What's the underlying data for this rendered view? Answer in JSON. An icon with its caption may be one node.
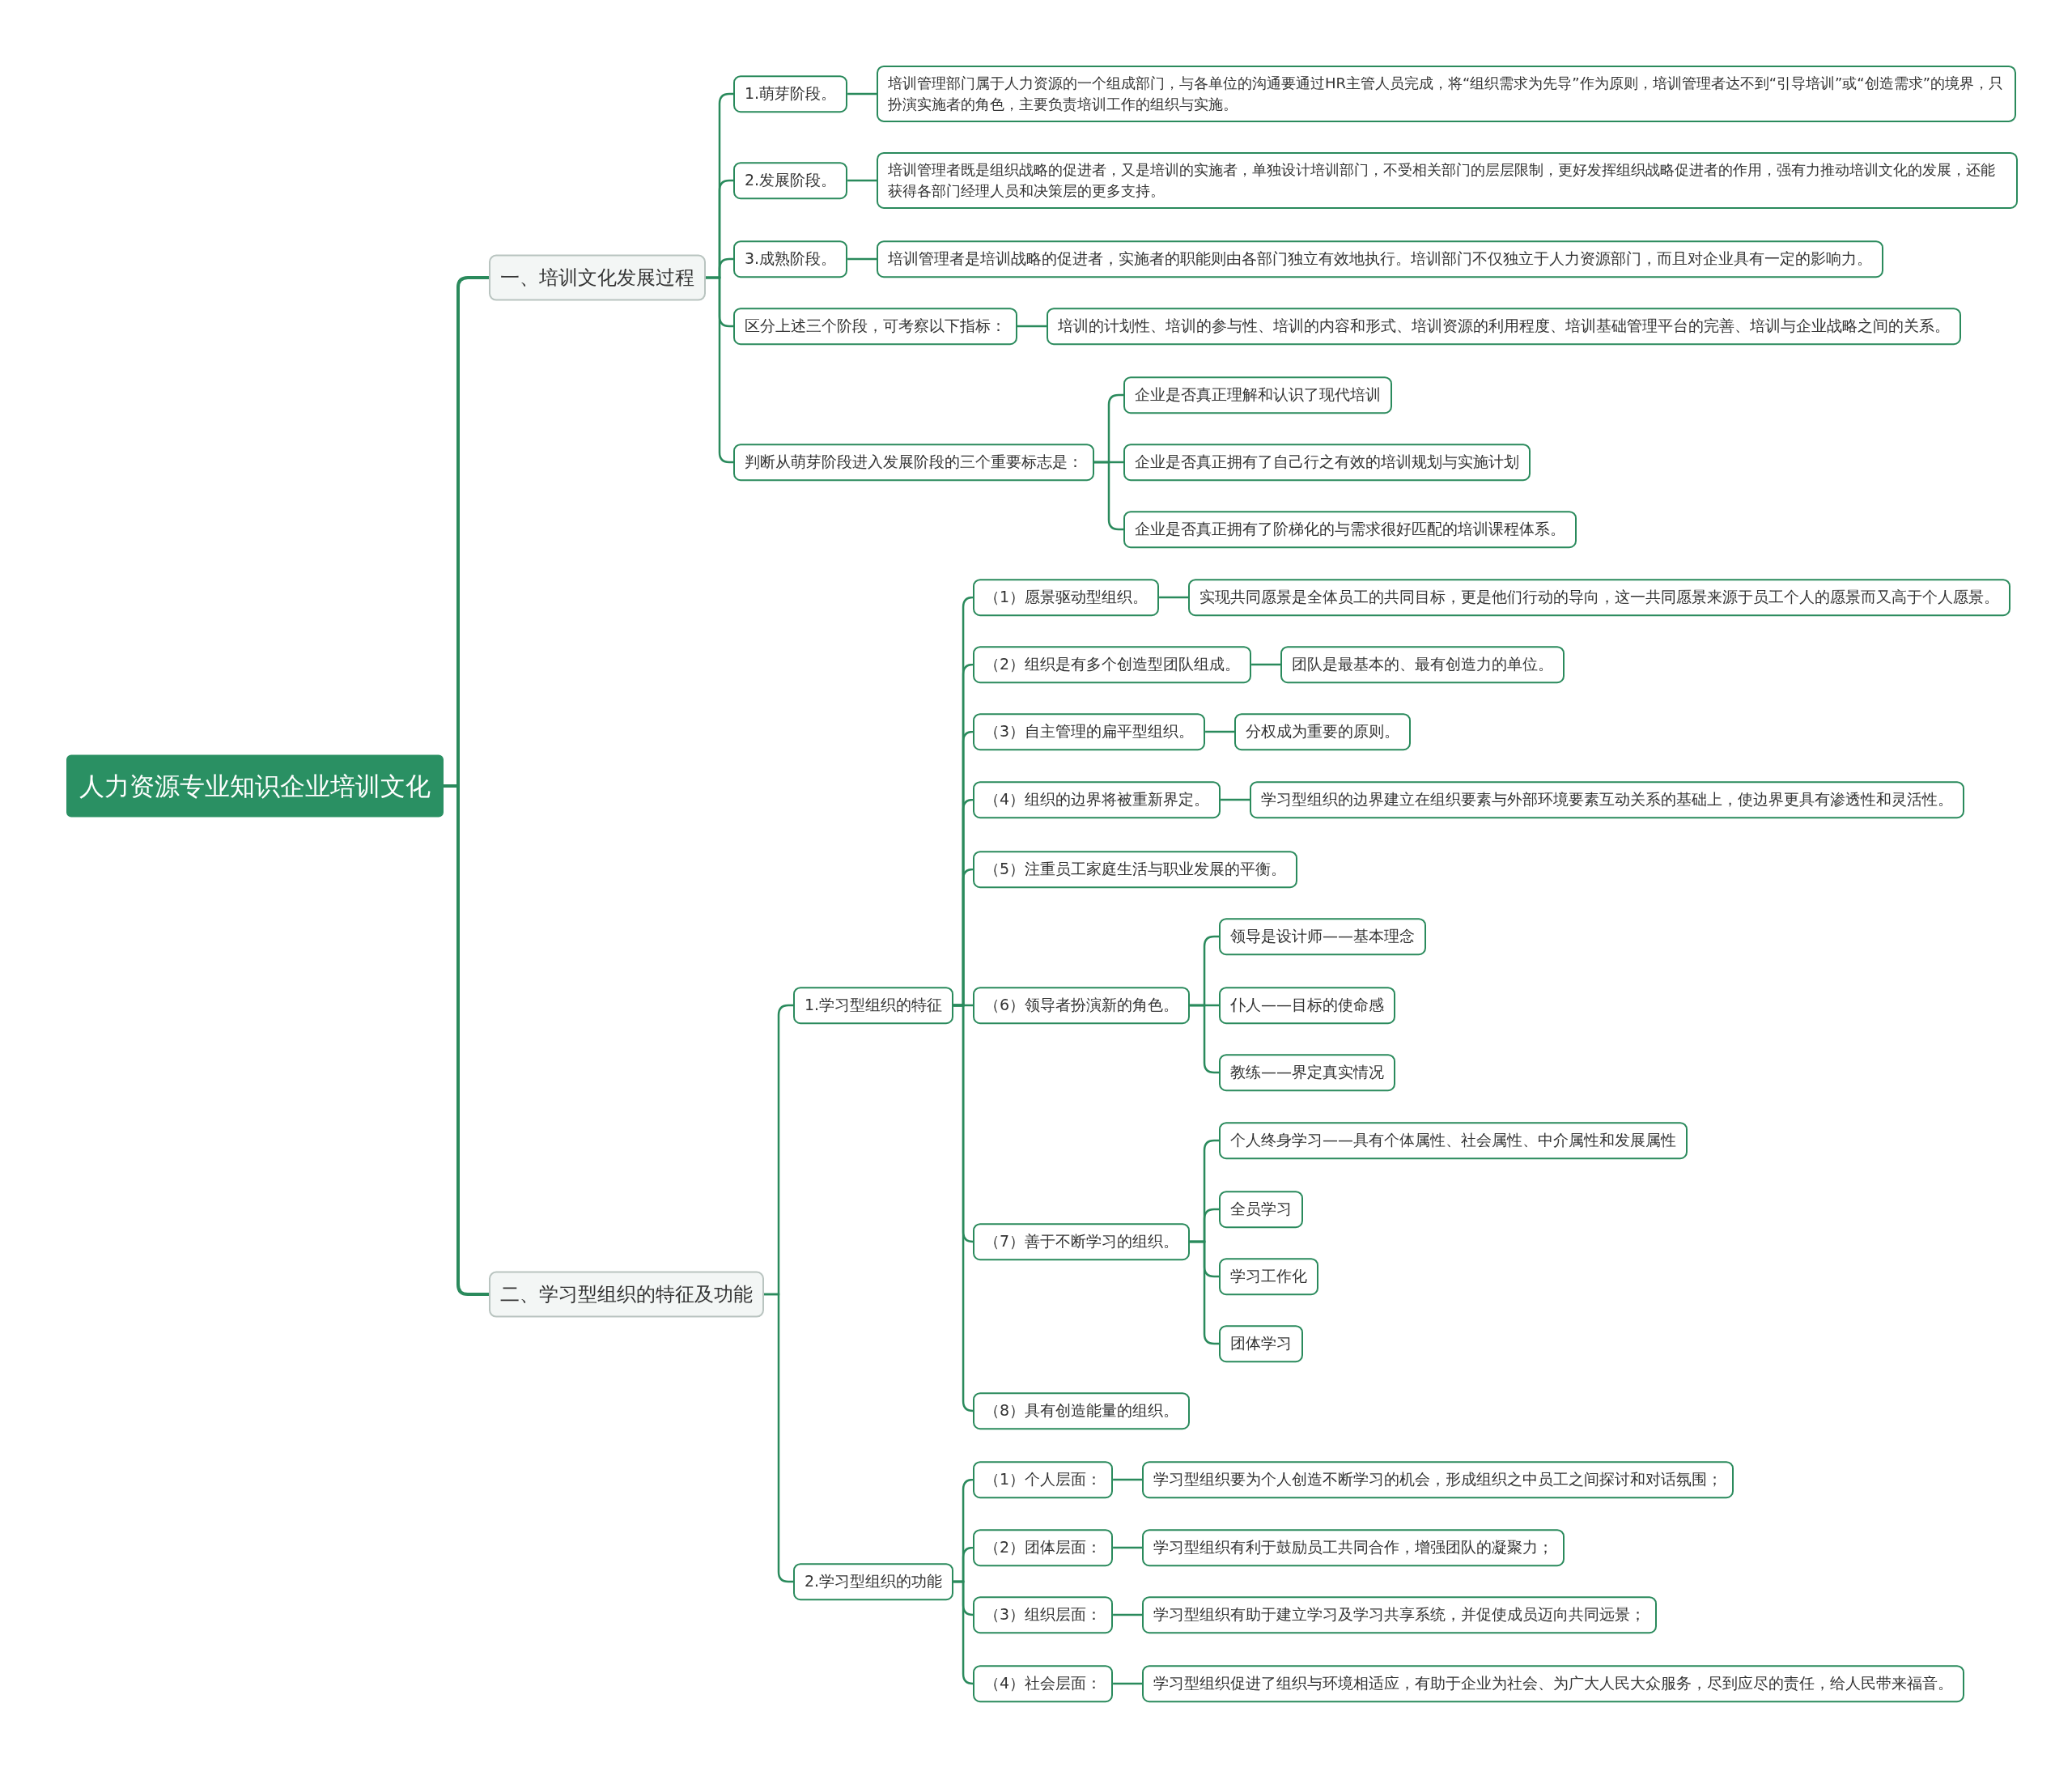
{
  "diagram": {
    "nodes": [
      {
        "text": [
          "人力资源专业知识企业培训文化"
        ]
      },
      {
        "text": [
          "一、培训文化发展过程"
        ]
      },
      {
        "text": [
          "1.萌芽阶段。"
        ]
      },
      {
        "text": [
          "培训管理部门属于人力资源的一个组成部门，与各单位的沟通要通过HR主管人员完成，将“组织需求为先导”作为原则，培训管理者达不到“引导培训”或“创造需求”的境界，只扮演实施者的角色，主要负责培训工作的组织与实施。"
        ]
      },
      {
        "text": [
          "2.发展阶段。"
        ]
      },
      {
        "text": [
          "培训管理者既是组织战略的促进者，又是培训的实施者，单独设计培训部门，不受相关部门的层层限制，更好发挥组织战略促进者的作用，强有力推动培训文化的发展，还能获得各部门经理人员和决策层的更多支持。"
        ]
      },
      {
        "text": [
          "3.成熟阶段。"
        ]
      },
      {
        "text": [
          "培训管理者是培训战略的促进者，实施者的职能则由各部门独立有效地执行。培训部门不仅独立于人力资源部门，而且对企业具有一定的影响力。"
        ]
      },
      {
        "text": [
          "区分上述三个阶段，可考察以下指标："
        ]
      },
      {
        "text": [
          "培训的计划性、培训的参与性、培训的内容和形式、培训资源的利用程度、培训基础管理平台的完善、培训与企业战略之间的关系。"
        ]
      },
      {
        "text": [
          "判断从萌芽阶段进入发展阶段的三个重要标志是："
        ]
      },
      {
        "text": [
          "企业是否真正理解和认识了现代培训"
        ]
      },
      {
        "text": [
          "企业是否真正拥有了自己行之有效的培训规划与实施计划"
        ]
      },
      {
        "text": [
          "企业是否真正拥有了阶梯化的与需求很好匹配的培训课程体系。"
        ]
      },
      {
        "text": [
          "二、学习型组织的特征及功能"
        ]
      },
      {
        "text": [
          "1.学习型组织的特征"
        ]
      },
      {
        "text": [
          "（1）愿景驱动型组织。"
        ]
      },
      {
        "text": [
          "实现共同愿景是全体员工的共同目标，更是他们行动的导向，这一共同愿景来源于员工个人的愿景而又高于个人愿景。"
        ]
      },
      {
        "text": [
          "（2）组织是有多个创造型团队组成。"
        ]
      },
      {
        "text": [
          "团队是最基本的、最有创造力的单位。"
        ]
      },
      {
        "text": [
          "（3）自主管理的扁平型组织。"
        ]
      },
      {
        "text": [
          "分权成为重要的原则。"
        ]
      },
      {
        "text": [
          "（4）组织的边界将被重新界定。"
        ]
      },
      {
        "text": [
          "学习型组织的边界建立在组织要素与外部环境要素互动关系的基础上，使边界更具有渗透性和灵活性。"
        ]
      },
      {
        "text": [
          "（5）注重员工家庭生活与职业发展的平衡。"
        ]
      },
      {
        "text": [
          "（6）领导者扮演新的角色。"
        ]
      },
      {
        "text": [
          "领导是设计师——基本理念"
        ]
      },
      {
        "text": [
          "仆人——目标的使命感"
        ]
      },
      {
        "text": [
          "教练——界定真实情况"
        ]
      },
      {
        "text": [
          "（7）善于不断学习的组织。"
        ]
      },
      {
        "text": [
          "个人终身学习——具有个体属性、社会属性、中介属性和发展属性"
        ]
      },
      {
        "text": [
          "全员学习"
        ]
      },
      {
        "text": [
          "学习工作化"
        ]
      },
      {
        "text": [
          "团体学习"
        ]
      },
      {
        "text": [
          "（8）具有创造能量的组织。"
        ]
      },
      {
        "text": [
          "2.学习型组织的功能"
        ]
      },
      {
        "text": [
          "（1）个人层面："
        ]
      },
      {
        "text": [
          "学习型组织要为个人创造不断学习的机会，形成组织之中员工之间探讨和对话氛围；"
        ]
      },
      {
        "text": [
          "（2）团体层面："
        ]
      },
      {
        "text": [
          "学习型组织有利于鼓励员工共同合作，增强团队的凝聚力；"
        ]
      },
      {
        "text": [
          "（3）组织层面："
        ]
      },
      {
        "text": [
          "学习型组织有助于建立学习及学习共享系统，并促使成员迈向共同远景；"
        ]
      },
      {
        "text": [
          "（4）社会层面："
        ]
      },
      {
        "text": [
          "学习型组织促进了组织与环境相适应，有助于企业为社会、为广大人民大众服务，尽到应尽的责任，给人民带来福音。"
        ]
      }
    ],
    "edges": [
      {
        "from": 0,
        "to": 1,
        "arrow": "none"
      },
      {
        "from": 1,
        "to": 2,
        "arrow": "none"
      },
      {
        "from": 2,
        "to": 3,
        "arrow": "none"
      },
      {
        "from": 1,
        "to": 4,
        "arrow": "none"
      },
      {
        "from": 4,
        "to": 5,
        "arrow": "none"
      },
      {
        "from": 1,
        "to": 6,
        "arrow": "none"
      },
      {
        "from": 6,
        "to": 7,
        "arrow": "none"
      },
      {
        "from": 1,
        "to": 8,
        "arrow": "none"
      },
      {
        "from": 8,
        "to": 9,
        "arrow": "none"
      },
      {
        "from": 1,
        "to": 10,
        "arrow": "none"
      },
      {
        "from": 10,
        "to": 11,
        "arrow": "none"
      },
      {
        "from": 10,
        "to": 12,
        "arrow": "none"
      },
      {
        "from": 10,
        "to": 13,
        "arrow": "none"
      },
      {
        "from": 0,
        "to": 14,
        "arrow": "none"
      },
      {
        "from": 14,
        "to": 15,
        "arrow": "none"
      },
      {
        "from": 15,
        "to": 16,
        "arrow": "none"
      },
      {
        "from": 16,
        "to": 17,
        "arrow": "none"
      },
      {
        "from": 15,
        "to": 18,
        "arrow": "none"
      },
      {
        "from": 18,
        "to": 19,
        "arrow": "none"
      },
      {
        "from": 15,
        "to": 20,
        "arrow": "none"
      },
      {
        "from": 20,
        "to": 21,
        "arrow": "none"
      },
      {
        "from": 15,
        "to": 22,
        "arrow": "none"
      },
      {
        "from": 22,
        "to": 23,
        "arrow": "none"
      },
      {
        "from": 15,
        "to": 24,
        "arrow": "none"
      },
      {
        "from": 15,
        "to": 25,
        "arrow": "none"
      },
      {
        "from": 25,
        "to": 26,
        "arrow": "none"
      },
      {
        "from": 25,
        "to": 27,
        "arrow": "none"
      },
      {
        "from": 25,
        "to": 28,
        "arrow": "none"
      },
      {
        "from": 15,
        "to": 29,
        "arrow": "none"
      },
      {
        "from": 29,
        "to": 30,
        "arrow": "none"
      },
      {
        "from": 29,
        "to": 31,
        "arrow": "none"
      },
      {
        "from": 29,
        "to": 32,
        "arrow": "none"
      },
      {
        "from": 29,
        "to": 33,
        "arrow": "none"
      },
      {
        "from": 15,
        "to": 34,
        "arrow": "none"
      },
      {
        "from": 14,
        "to": 35,
        "arrow": "none"
      },
      {
        "from": 35,
        "to": 36,
        "arrow": "none"
      },
      {
        "from": 36,
        "to": 37,
        "arrow": "none"
      },
      {
        "from": 35,
        "to": 38,
        "arrow": "none"
      },
      {
        "from": 38,
        "to": 39,
        "arrow": "none"
      },
      {
        "from": 35,
        "to": 40,
        "arrow": "none"
      },
      {
        "from": 40,
        "to": 41,
        "arrow": "none"
      },
      {
        "from": 35,
        "to": 42,
        "arrow": "none"
      },
      {
        "from": 42,
        "to": 43,
        "arrow": "none"
      }
    ]
  }
}
